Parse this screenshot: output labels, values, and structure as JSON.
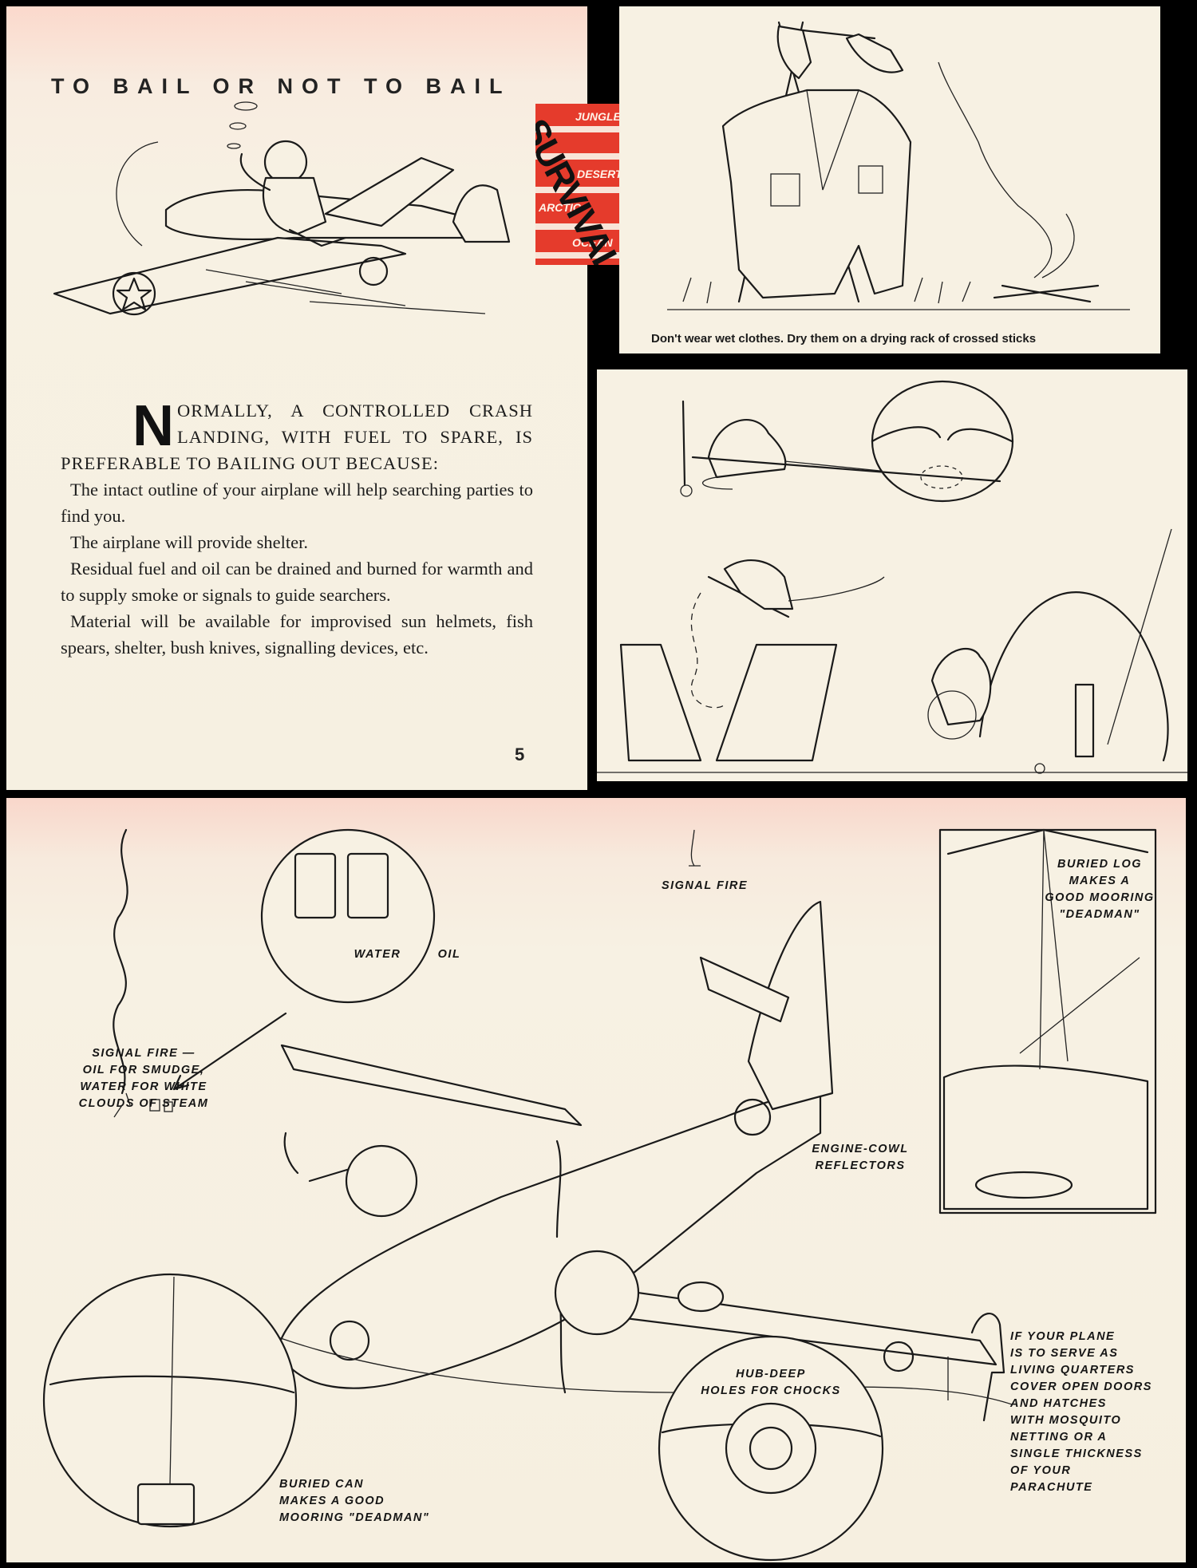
{
  "page5": {
    "title": "TO BAIL OR NOT TO BAIL",
    "dropcap": "N",
    "lead": "ORMALLY, A CONTROLLED CRASH LANDING, WITH FUEL TO SPARE, IS PREFERABLE TO BAILING OUT BECAUSE:",
    "paragraphs": [
      "The intact outline of your airplane will help searching parties to find you.",
      "The airplane will provide shelter.",
      "Residual fuel and oil can be drained and burned for warmth and to supply smoke or signals to guide searchers.",
      "Material will be available for improvised sun helmets, fish spears, shelter, bush knives, signalling devices, etc."
    ],
    "page_number": "5"
  },
  "cover": {
    "words": [
      "JUNGLE",
      "DESERT",
      "ARCTIC",
      "OCEAN"
    ],
    "title": "SURVIVAL",
    "color": "#e53b2c"
  },
  "clothes_panel": {
    "caption": "Don't wear wet clothes. Dry them on a drying rack of crossed sticks"
  },
  "plane_panel": {
    "labels": {
      "signal_fire_smudge": "SIGNAL FIRE —\nOIL FOR SMUDGE,\nWATER FOR WHITE\nCLOUDS OF STEAM",
      "water": "WATER",
      "oil": "OIL",
      "signal_fire": "SIGNAL FIRE",
      "buried_log": "BURIED LOG\nMAKES A\nGOOD MOORING\n\"DEADMAN\"",
      "engine_cowl": "ENGINE-COWL\nREFLECTORS",
      "hub_deep": "HUB-DEEP\nHOLES FOR CHOCKS",
      "buried_can": "BURIED CAN\nMAKES A GOOD\nMOORING \"DEADMAN\"",
      "living_quarters": "IF YOUR PLANE\nIS TO SERVE AS\nLIVING QUARTERS\nCOVER OPEN DOORS\nAND HATCHES\nWITH MOSQUITO\nNETTING OR A\nSINGLE THICKNESS\nOF YOUR\nPARACHUTE"
    }
  }
}
